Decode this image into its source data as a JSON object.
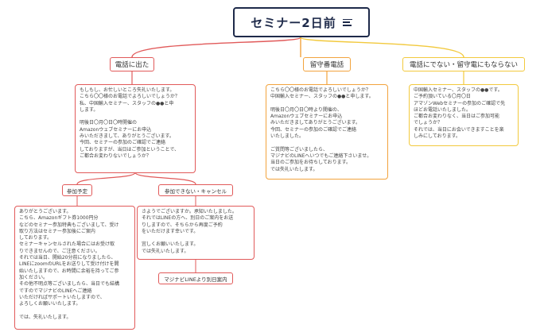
{
  "root": {
    "title": "セミナー2日前"
  },
  "branches": {
    "answered": {
      "label": "電話に出た",
      "script": "もしもし、お忙しいところ失礼いたします。\nこちら〇〇様のお電話でよろしいでしょうか？\n私、中国輸入セミナー、スタッフの●●と申\nします。\n\n明後日〇月〇日〇時開催の\nAmazonウェブセミナーにお申込\nみいただきまして、ありがとうございます。\n今回、セミナーの参加のご確認でご連絡\nしておりますが、当日はご参加ということで、\nご都合お変わりないでしょうか？",
      "attend": {
        "label": "参加予定",
        "script": "ありがとうございます。\nこちら、Amazonギフト券1000円分\nなどのセミナー参加特典もございまして、受け\n取り方法はセミナー参加後にご案内\nしております。\nセミナーキャンセルされた場合にはお受け取\nりできませんので、ご注意ください。\nそれでは当日、開始20分前になりましたら、\nLINEにzoomのURLをお送りして受け付けを開\n始いたしますので、お時間に余裕を持ってご参\n加ください。\nその他不明点等ございましたら、当日でも結構\nですのでマジナビのLINEへご連絡\nいただければサポートいたしますので、\nよろしくお願いいたします。\n\nでは、失礼いたします。"
      },
      "cancel": {
        "label": "参加できない・キャンセル",
        "script": "さようでございますか。承知いたしました。\nそれではLINEの方へ、別日のご案内をお送\nりしますので、そちらから再度ご予約\nをいただけます幸いです。\n\n宜しくお願いいたします。\nでは失礼いたします。",
        "next": "マジナビLINEより別日案内"
      }
    },
    "voicemail": {
      "label": "留守番電話",
      "script": "こちら〇〇様のお電話でよろしいでしょうか？\n中国輸入セミナー、スタッフの●●と申します。\n\n明後日〇月〇日〇時より開催の、\nAmazonウェブセミナーにお申込\nみいただきましてありがとうございます。\n今回、セミナーの参加のご確認でご連絡\nいたしました。\n\nご質問等ございましたら、\nマジナビのLINEへいつでもご連絡下さいませ。\n当日のご参加をお待ちしております。\nでは失礼いたします。"
    },
    "no_answer": {
      "label": "電話にでない・留守電にもならない",
      "script": "中国輸入セミナー、スタッフの●●です。\nご予約頂いている〇月〇日\nアマゾンWebセミナーの参加のご確認で先\nほどお電話いたしました。\nご都合お変わりなく、当日はご参加可能\nでしょうか？\nそれでは、当日にお会いできますことを楽\nしみにしております。"
    }
  },
  "colors": {
    "red": "#e15a5a",
    "orange": "#f2a33d",
    "yellow": "#f2c93d",
    "navy": "#1e2a4a"
  }
}
